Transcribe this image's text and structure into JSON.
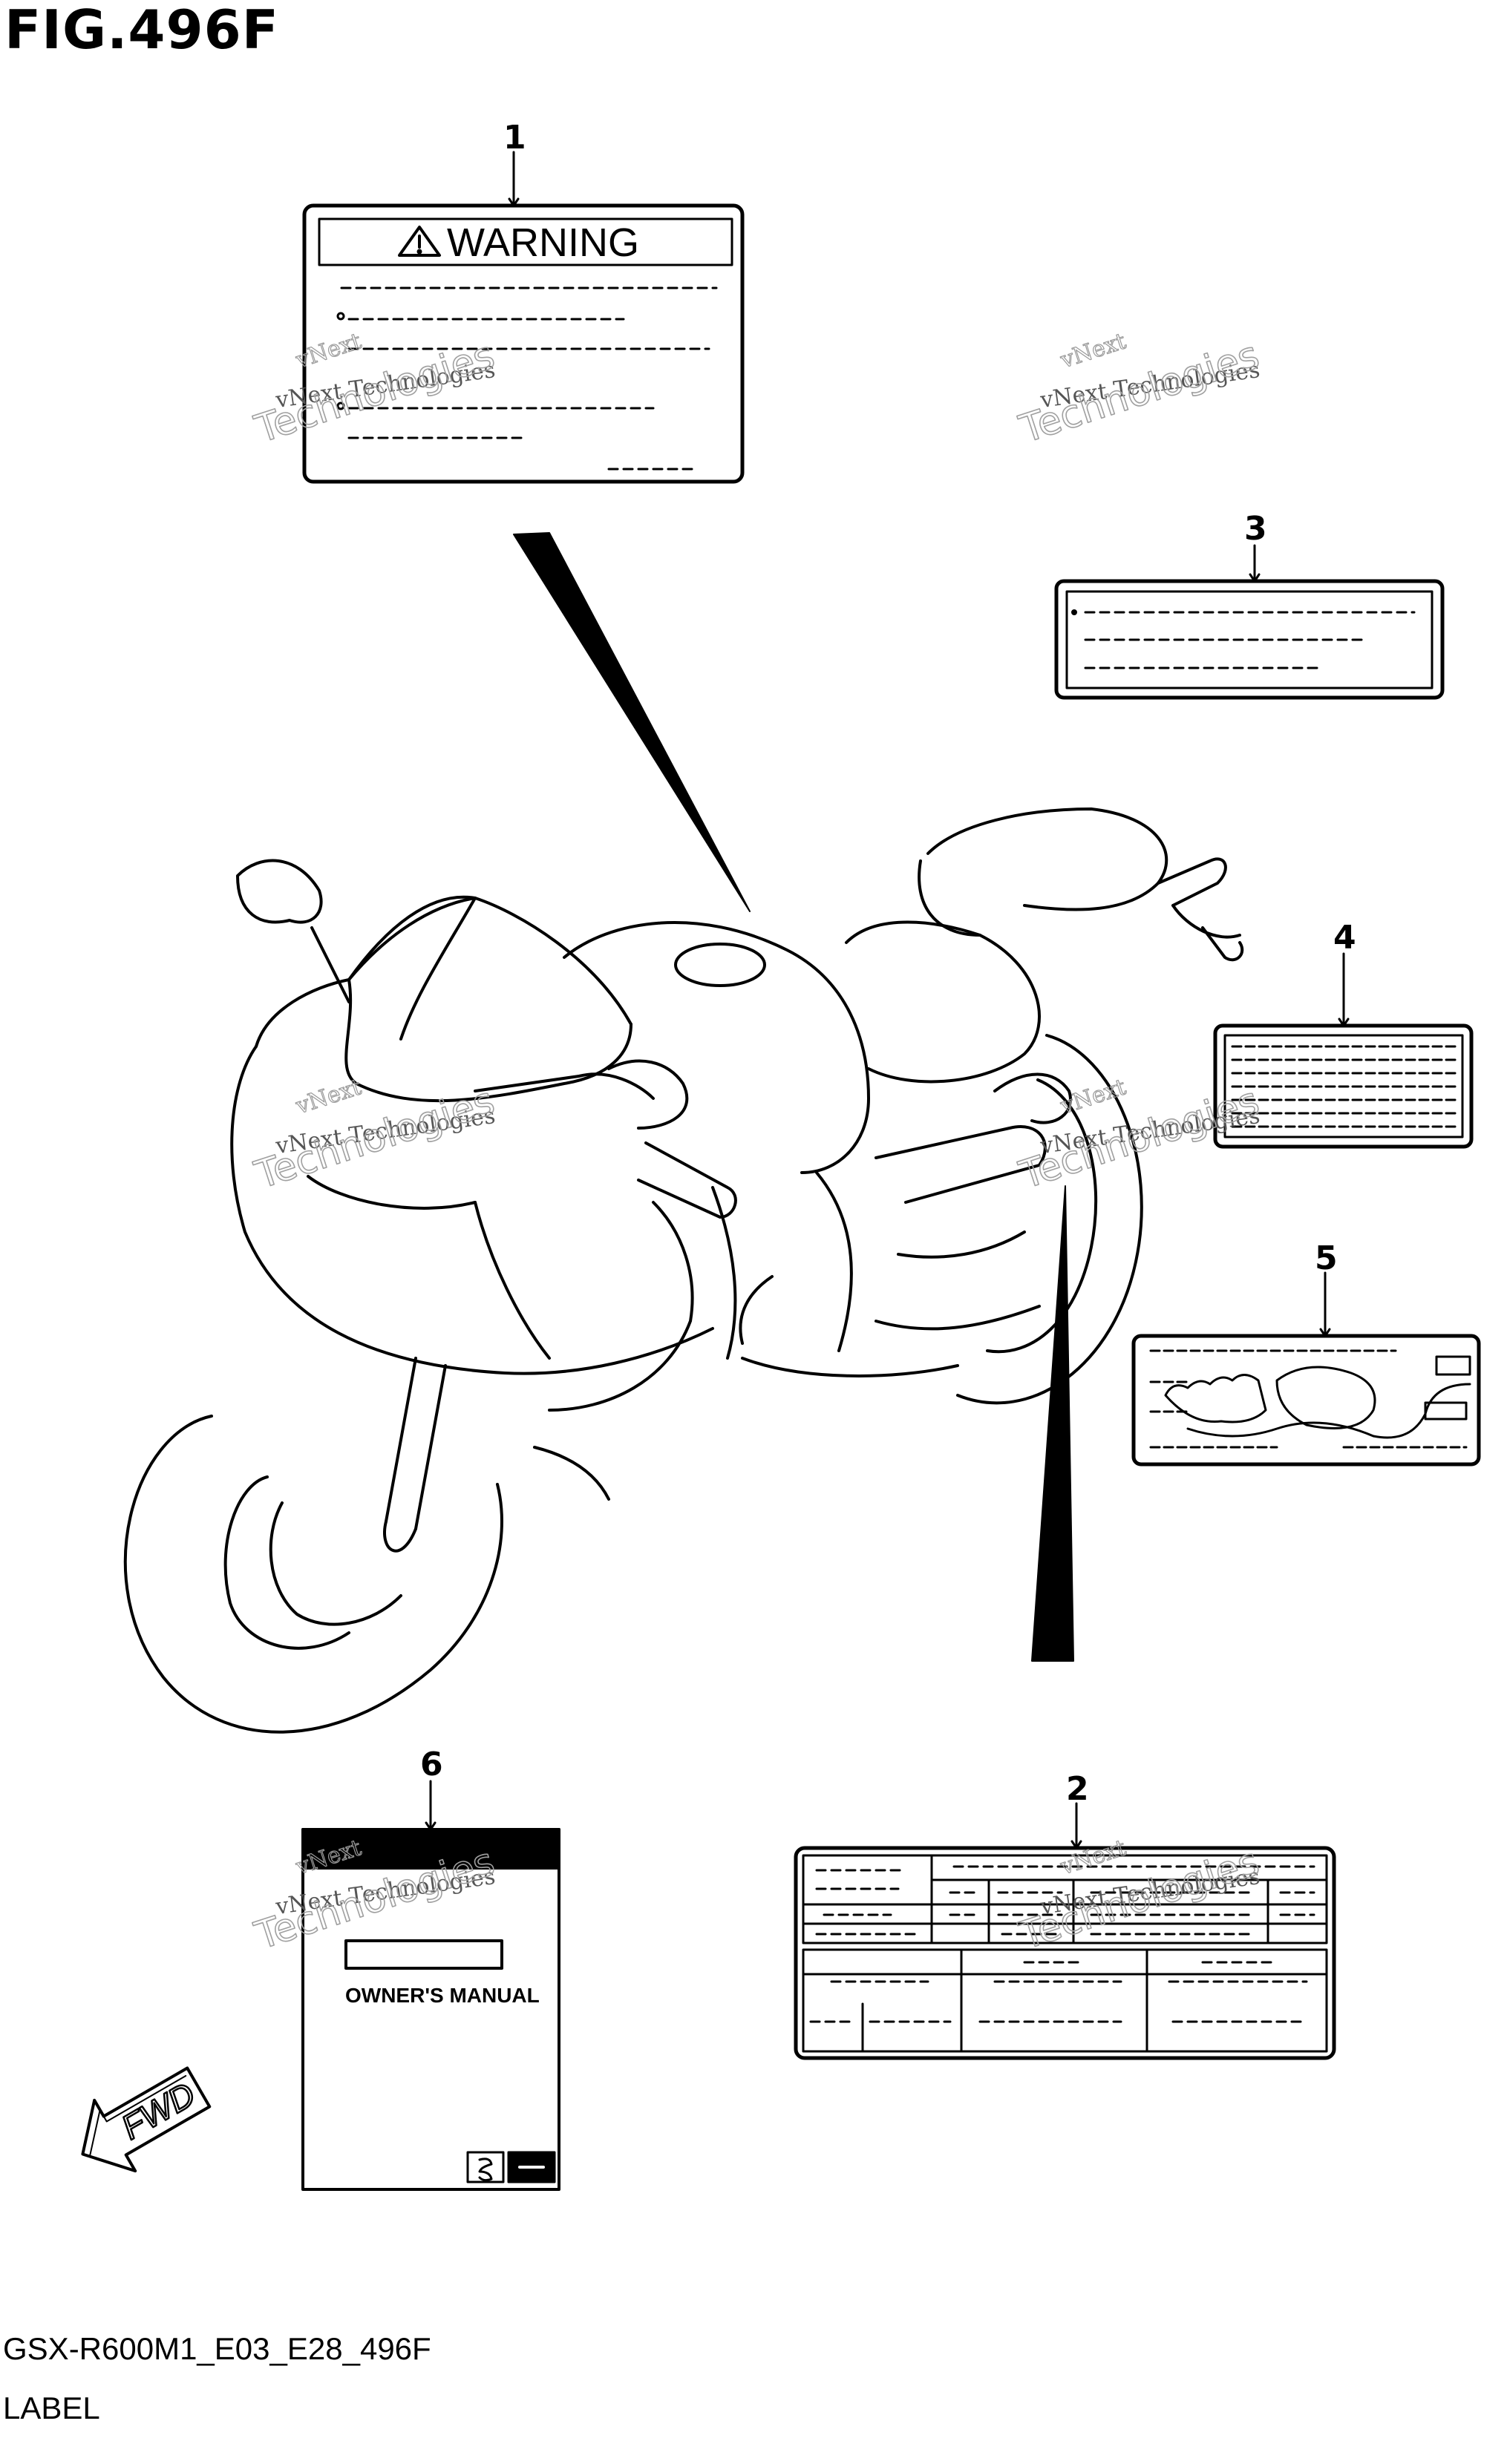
{
  "figure": {
    "title": "FIG.496F",
    "code": "GSX-R600M1_E03_E28_496F",
    "name": "LABEL"
  },
  "callouts": [
    "1",
    "2",
    "3",
    "4",
    "5",
    "6"
  ],
  "labels": {
    "warning_heading": "WARNING",
    "manual_title": "OWNER'S MANUAL",
    "fwd_arrow": "FWD"
  },
  "watermark": {
    "line1": "vNext",
    "line2": "vNext Technologies",
    "line3": "Technologies"
  }
}
